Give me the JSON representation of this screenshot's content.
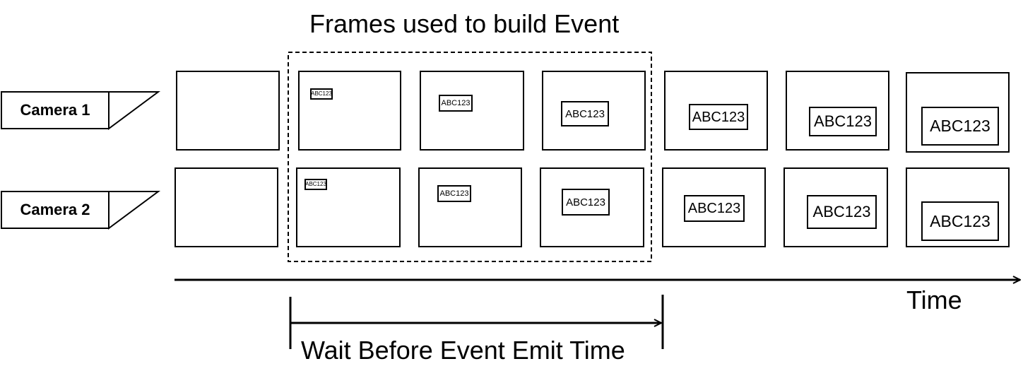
{
  "diagram": {
    "title": "Frames used to build Event",
    "time_label": "Time",
    "wait_label": "Wait Before Event Emit Time",
    "cameras": [
      {
        "label": "Camera 1",
        "frames": [
          {
            "plate": ""
          },
          {
            "plate": "ABC123"
          },
          {
            "plate": "ABC123"
          },
          {
            "plate": "ABC123"
          },
          {
            "plate": "ABC123"
          },
          {
            "plate": "ABC123"
          },
          {
            "plate": "ABC123"
          }
        ]
      },
      {
        "label": "Camera 2",
        "frames": [
          {
            "plate": ""
          },
          {
            "plate": "ABC123"
          },
          {
            "plate": "ABC123"
          },
          {
            "plate": "ABC123"
          },
          {
            "plate": "ABC123"
          },
          {
            "plate": "ABC123"
          },
          {
            "plate": "ABC123"
          }
        ]
      }
    ]
  }
}
